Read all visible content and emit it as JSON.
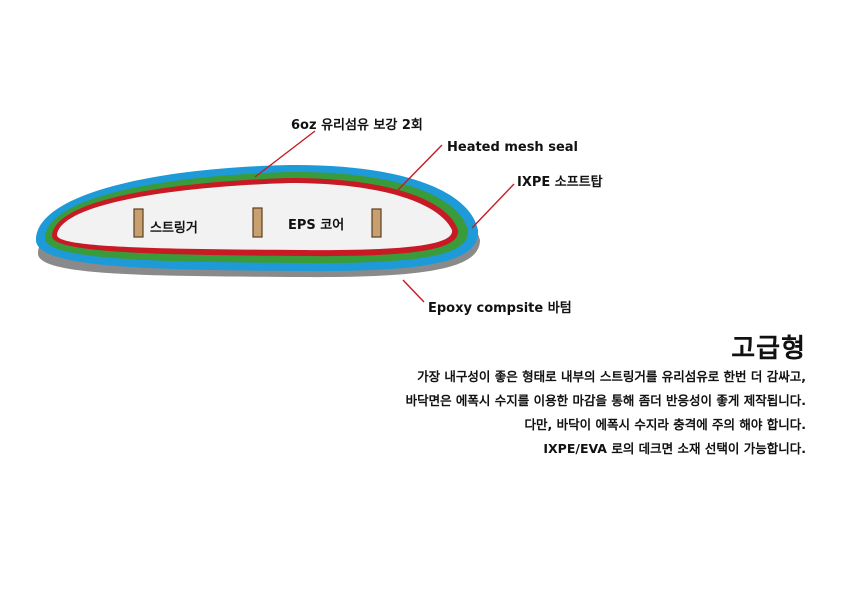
{
  "diagram": {
    "layers": [
      {
        "name": "blue-outer-layer",
        "color": "#1e9ad8"
      },
      {
        "name": "green-layer",
        "color": "#3a9b3a"
      },
      {
        "name": "red-layer",
        "color": "#c81a24"
      },
      {
        "name": "core",
        "color": "#f2f2f2"
      }
    ],
    "shadow_color": "#8a8a8a",
    "stringer_color": "#c8a070",
    "stringer_border": "#5a4020",
    "inner_labels": {
      "stringer": "스트링거",
      "core": "EPS 코어"
    },
    "callouts": {
      "fiberglass": "6oz 유리섬유 보강 2회",
      "heated_mesh": "Heated mesh seal",
      "ixpe": "IXPE 소프트탑",
      "epoxy": "Epoxy compsite 바텀"
    }
  },
  "description": {
    "title": "고급형",
    "lines": [
      "가장 내구성이 좋은 형태로 내부의 스트링거를 유리섬유로 한번 더 감싸고,",
      "바닥면은 에폭시 수지를 이용한 마감을 통해 좀더 반응성이 좋게 제작됩니다.",
      "다만, 바닥이 에폭시 수지라 충격에 주의 해야 합니다.",
      "IXPE/EVA 로의 데크면 소재 선택이 가능합니다."
    ]
  }
}
